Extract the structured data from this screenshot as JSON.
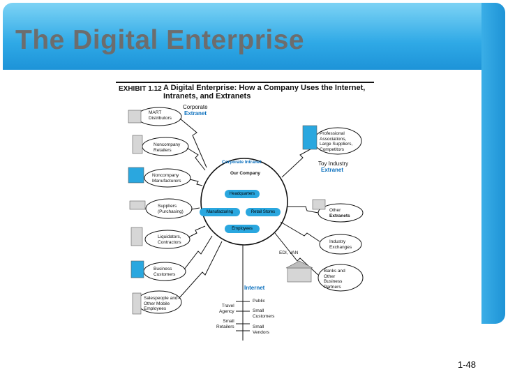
{
  "slide": {
    "title": "The Digital Enterprise",
    "page_number": "1-48"
  },
  "exhibit": {
    "label": "EXHIBIT 1.12",
    "title": "A Digital Enterprise: How a Company Uses the Internet, Intranets, and Extranets"
  },
  "diagram": {
    "corporate_extranet": {
      "line1": "Corporate",
      "line2": "Extranet"
    },
    "corporate_intranet": "Corporate Intranet",
    "our_company": "Our Company",
    "units": {
      "headquarters": "Headquarters",
      "manufacturing": "Manufacturing",
      "retail_stores": "Retail Stores",
      "employees": "Employees"
    },
    "left_nodes": [
      {
        "label": "MART\nDistributors"
      },
      {
        "label": "Noncompany\nRetailers"
      },
      {
        "label": "Noncompany\nManufacturers"
      },
      {
        "label": "Suppliers\n(Purchasing)"
      },
      {
        "label": "Liquidators,\nContractors"
      },
      {
        "label": "Business\nCustomers"
      },
      {
        "label": "Salespeople and\nOther Mobile\nEmployees"
      }
    ],
    "right_nodes": [
      {
        "label": "Professional\nAssociations,\nLarge Suppliers,\nCompetitors"
      },
      {
        "label": "Other",
        "extra": "Extranets"
      },
      {
        "label": "Industry\nExchanges"
      },
      {
        "label": "Banks and\nOther\nBusiness\nPartners"
      }
    ],
    "toy_industry": {
      "line1": "Toy Industry",
      "line2": "Extranet"
    },
    "edi_van": "EDI, VAN",
    "internet": "Internet",
    "internet_left": [
      "Travel\nAgency",
      "Small\nRetailers"
    ],
    "internet_right": [
      "Public",
      "Small\nCustomers",
      "Small\nVendors"
    ]
  },
  "colors": {
    "accent": "#2aa7df",
    "title_bar": "#2fa9e6",
    "label_blue": "#0a6fbd"
  }
}
